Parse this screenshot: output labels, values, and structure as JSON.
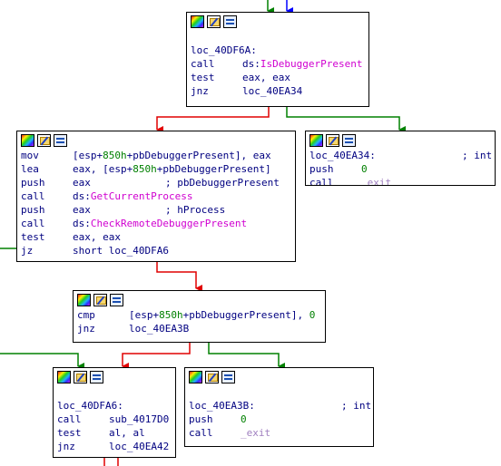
{
  "colors": {
    "edge_true": "#008000",
    "edge_false": "#e00000",
    "edge_flow": "#0000ff",
    "border": "#000000",
    "api": "#d000d0"
  },
  "header_icons": [
    "color-palette-icon",
    "rename-block-icon",
    "graph-overview-icon"
  ],
  "blocks": {
    "b1": {
      "label": "loc_40DF6A:",
      "l1": {
        "m": "call",
        "o_pre": "ds:",
        "o_api": "IsDebuggerPresent"
      },
      "l2": {
        "m": "test",
        "o": "eax, eax"
      },
      "l3": {
        "m": "jnz",
        "o": "loc_40EA34"
      }
    },
    "b2": {
      "l1": {
        "m": "mov",
        "o_a": "[esp+",
        "o_n": "850h",
        "o_b": "+pbDebuggerPresent], eax"
      },
      "l2": {
        "m": "lea",
        "o_a": "eax, [esp+",
        "o_n": "850h",
        "o_b": "+pbDebuggerPresent]"
      },
      "l3": {
        "m": "push",
        "o": "eax",
        "c": "; pbDebuggerPresent"
      },
      "l4": {
        "m": "call",
        "o_pre": "ds:",
        "o_api": "GetCurrentProcess"
      },
      "l5": {
        "m": "push",
        "o": "eax",
        "c": "; hProcess"
      },
      "l6": {
        "m": "call",
        "o_pre": "ds:",
        "o_api": "CheckRemoteDebuggerPresent"
      },
      "l7": {
        "m": "test",
        "o": "eax, eax"
      },
      "l8": {
        "m": "jz",
        "o": "short loc_40DFA6"
      }
    },
    "b3": {
      "label": "loc_40EA34:",
      "c": "; int",
      "l1": {
        "m": "push",
        "o": "0"
      },
      "l2": {
        "m": "call",
        "o": "_exit"
      }
    },
    "b4": {
      "l1": {
        "m": "cmp",
        "o_a": "[esp+",
        "o_n": "850h",
        "o_b": "+pbDebuggerPresent], ",
        "o_z": "0"
      },
      "l2": {
        "m": "jnz",
        "o": "loc_40EA3B"
      }
    },
    "b5": {
      "label": "loc_40DFA6:",
      "l1": {
        "m": "call",
        "o": "sub_4017D0"
      },
      "l2": {
        "m": "test",
        "o": "al, al"
      },
      "l3": {
        "m": "jnz",
        "o": "loc_40EA42"
      }
    },
    "b6": {
      "label": "loc_40EA3B:",
      "c": "; int",
      "l1": {
        "m": "push",
        "o": "0"
      },
      "l2": {
        "m": "call",
        "o": "_exit"
      }
    }
  }
}
